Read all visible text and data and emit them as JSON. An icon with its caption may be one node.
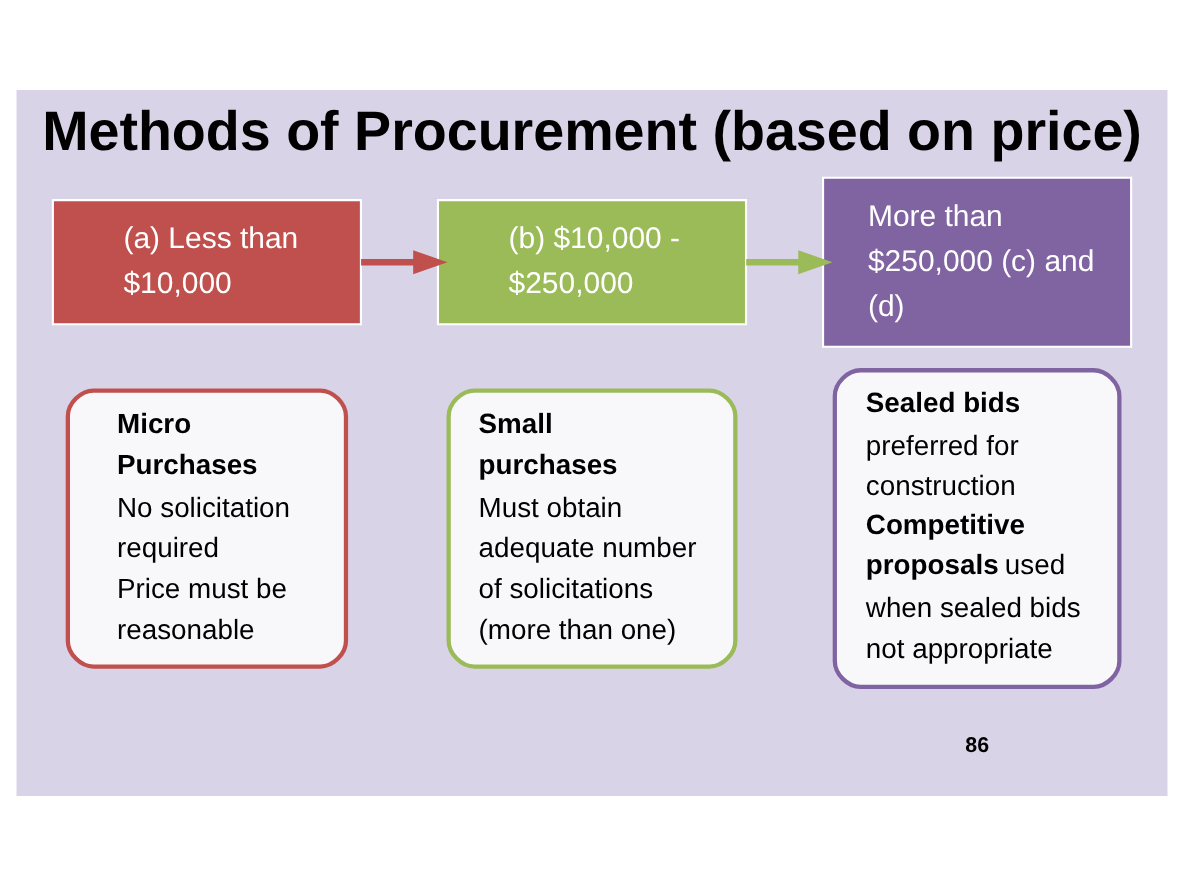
{
  "diagram": {
    "title": "Methods of Procurement (based on price)",
    "nodes": [
      {
        "text": [
          "(a) Less than $10,000"
        ]
      },
      {
        "text": [
          "**Micro Purchases**",
          "No solicitation required",
          "Price must be reasonable"
        ]
      },
      {
        "text": [
          "(b) $10,000 - $250,000"
        ]
      },
      {
        "text": [
          "**Small purchases**",
          "Must obtain adequate number of solicitations (more than one)"
        ]
      },
      {
        "text": [
          "More than $250,000 (c) and (d)"
        ]
      },
      {
        "text": [
          "**Sealed bids** preferred for construction",
          "**Competitive proposals** used when sealed bids not appropriate"
        ]
      }
    ],
    "edges": [
      {
        "from": 0,
        "to": 2,
        "arrow": "to",
        "color": "#c0504d"
      },
      {
        "from": 2,
        "to": 4,
        "arrow": "to",
        "color": "#9bbb59"
      }
    ],
    "labels": [
      "86"
    ]
  }
}
